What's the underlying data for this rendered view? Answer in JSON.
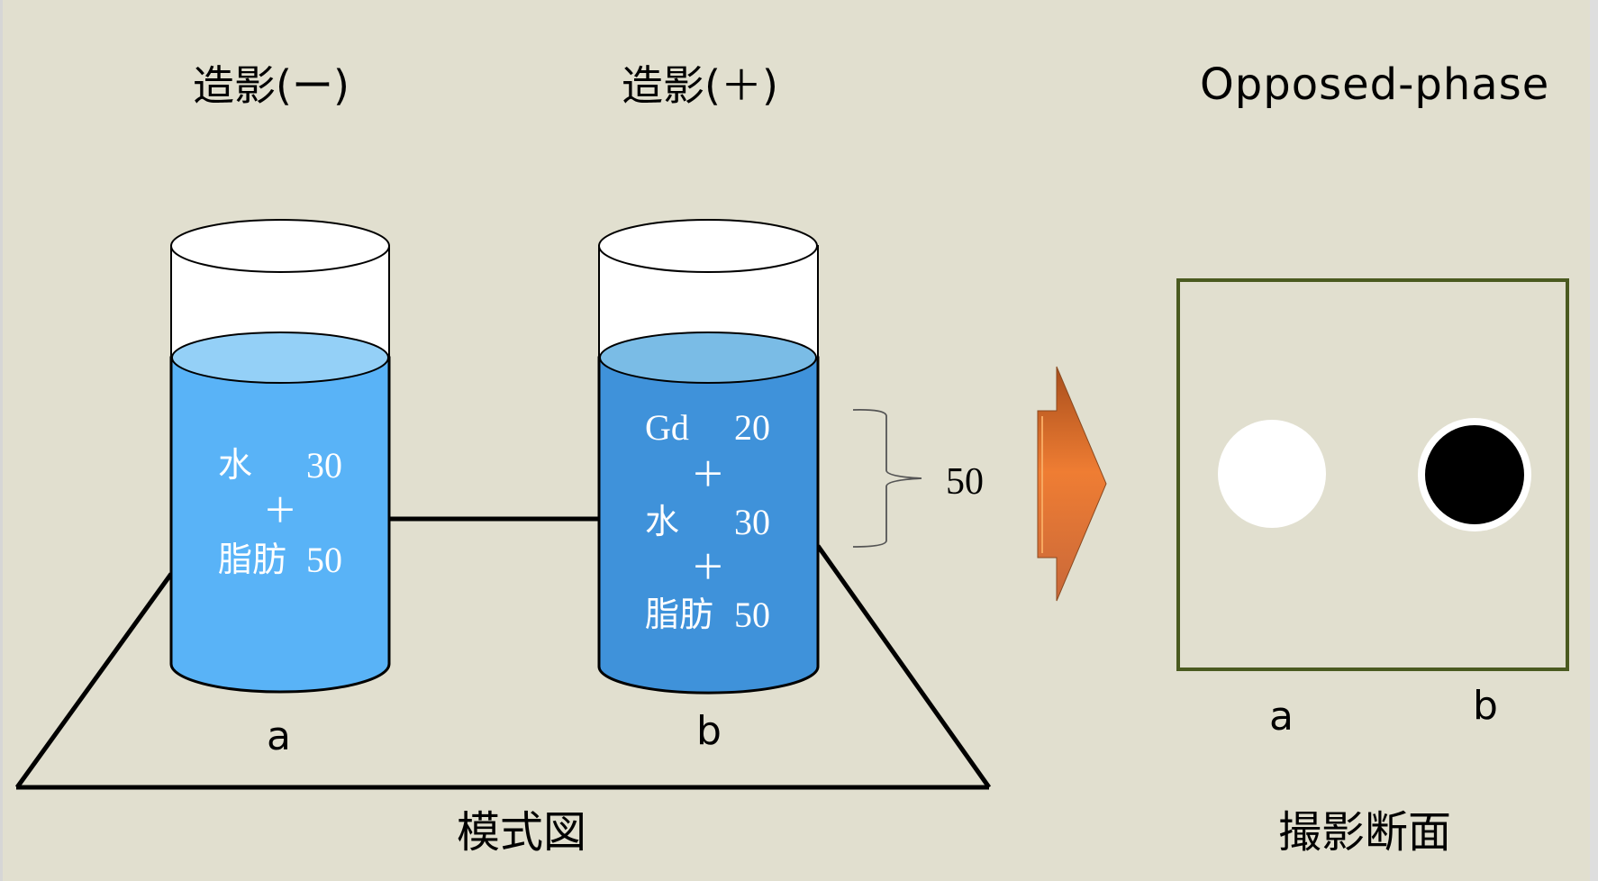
{
  "headers": {
    "contrast_negative": "造影(ー)",
    "contrast_positive": "造影(＋)",
    "opposed_phase": "Opposed-phase"
  },
  "beakers": [
    {
      "id": "a",
      "label": "a",
      "water_color": "#59b3f7",
      "surface_color": "#94d0f7",
      "components": [
        {
          "name": "水",
          "value": "30"
        },
        {
          "name": "脂肪",
          "value": "50"
        }
      ]
    },
    {
      "id": "b",
      "label": "b",
      "water_color": "#3f92da",
      "surface_color": "#7abce6",
      "components": [
        {
          "name": "Gd",
          "value": "20"
        },
        {
          "name": "水",
          "value": "30"
        },
        {
          "name": "脂肪",
          "value": "50"
        }
      ]
    }
  ],
  "plus_sign": "＋",
  "brace_total": "50",
  "schematic_caption": "模式図",
  "cross_section": {
    "caption": "撮影断面",
    "frame_color": "#4a5a20",
    "spots": [
      {
        "label": "a",
        "appearance": "white"
      },
      {
        "label": "b",
        "appearance": "black with white rim"
      }
    ]
  },
  "arrow_color": "#ec7a35"
}
